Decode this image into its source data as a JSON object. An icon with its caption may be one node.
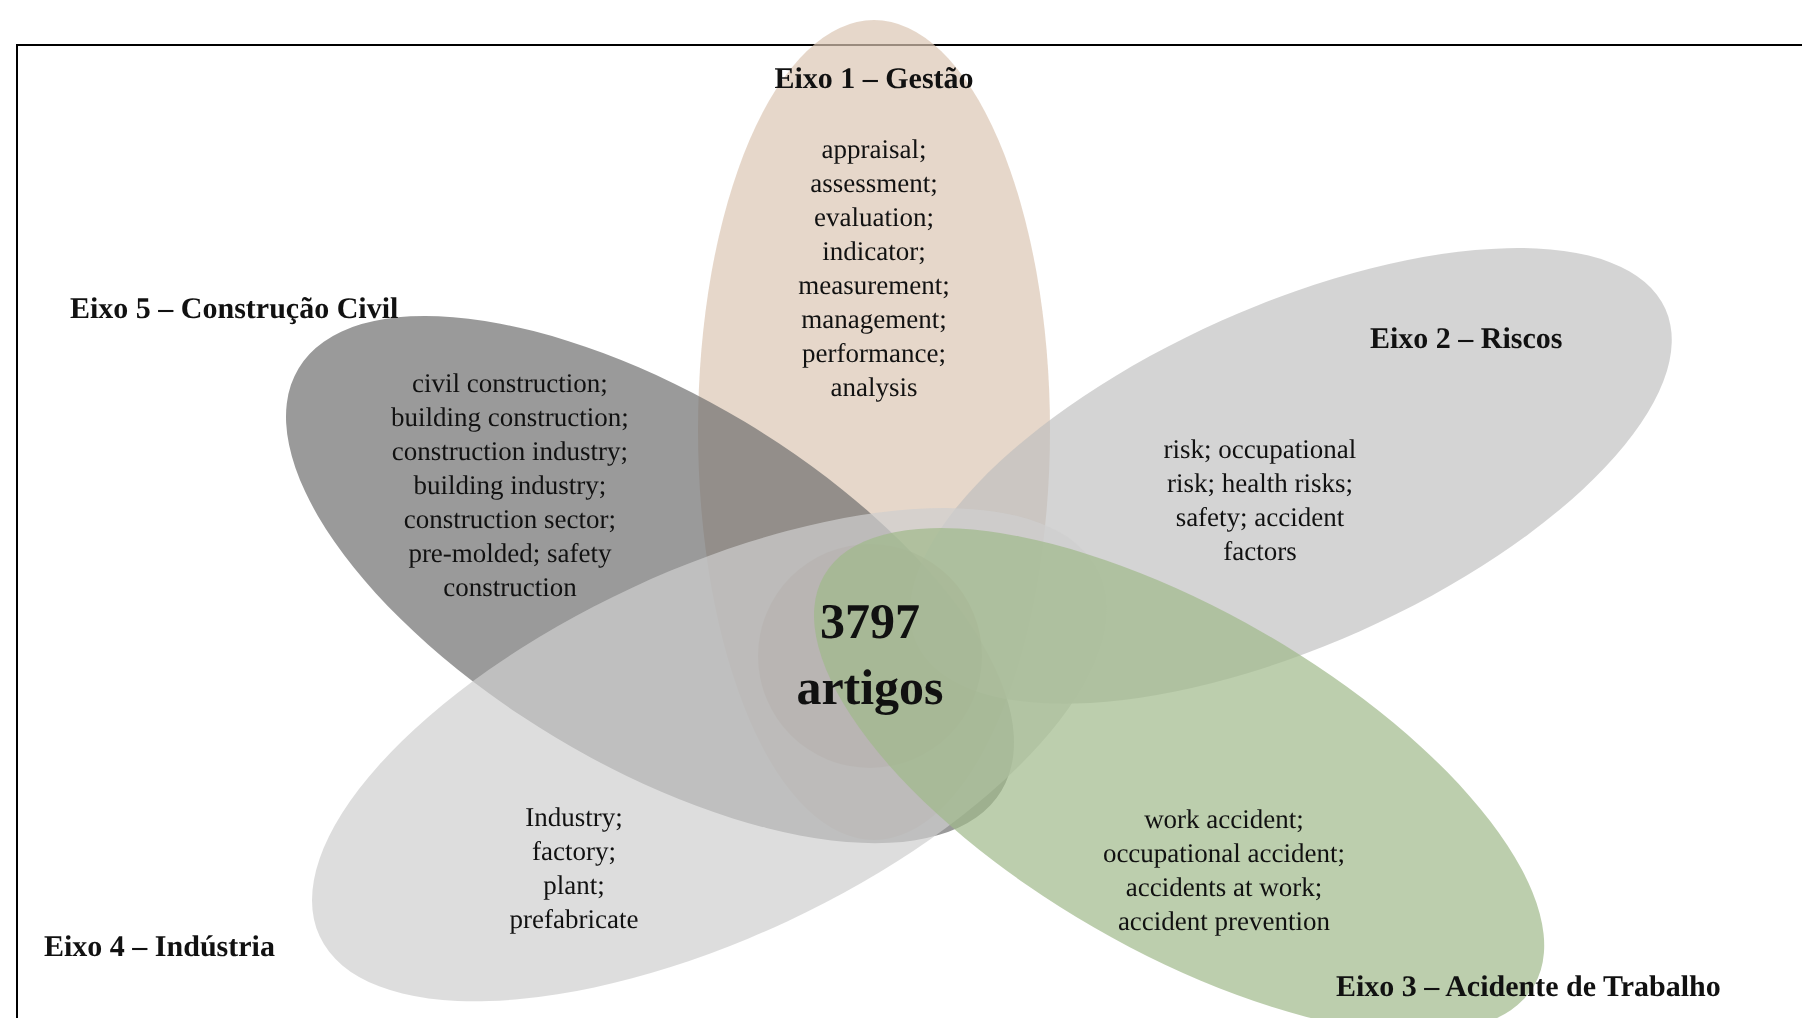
{
  "diagram": {
    "nodes": [
      {
        "text": [
          "Eixo 1 – Gestão",
          "appraisal; assessment; evaluation; indicator; measurement; management; performance; analysis"
        ]
      },
      {
        "text": [
          "Eixo 5 – Construção Civil",
          "civil construction; building construction; construction industry; building industry; construction sector; pre-molded; safety construction"
        ]
      },
      {
        "text": [
          "Eixo 2 – Riscos",
          "risk; occupational risk; health risks; safety; accident factors"
        ]
      },
      {
        "text": [
          "3797 artigos"
        ]
      },
      {
        "text": [
          "Industry; factory; plant; prefabricate",
          "Eixo 4 – Indústria"
        ]
      },
      {
        "text": [
          "work accident; occupational accident; accidents at work; accident prevention",
          "Eixo 3 – Acidente de Trabalho"
        ]
      }
    ]
  }
}
